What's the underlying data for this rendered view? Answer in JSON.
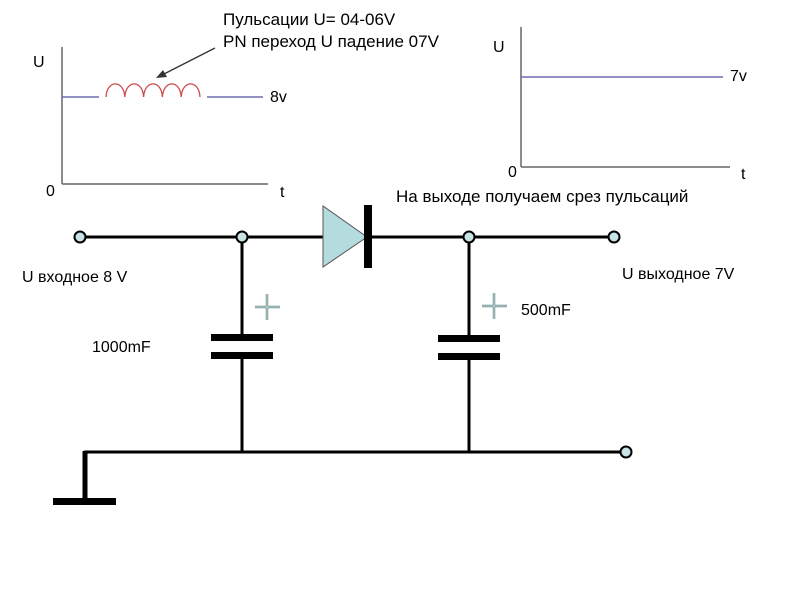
{
  "annotation": {
    "ripple_line": "Пульсации U= 04-06V",
    "pn_line": "PN переход U падение 07V",
    "output_note": "На выходе получаем срез пульсаций"
  },
  "input_graph": {
    "y_label": "U",
    "x_label": "t",
    "origin_label": "0",
    "level_label": "8v",
    "ripple_arcs": 5,
    "colors": {
      "level": "#6d6db0",
      "ripple": "#cc4a4a"
    }
  },
  "output_graph": {
    "y_label": "U",
    "x_label": "t",
    "origin_label": "0",
    "level_label": "7v",
    "colors": {
      "level": "#6d6db0"
    }
  },
  "circuit": {
    "input_label": "U входное 8 V",
    "output_label": "U выходное 7V",
    "capacitors": [
      {
        "label": "1000mF",
        "polarity": "+"
      },
      {
        "label": "500mF",
        "polarity": "+"
      }
    ],
    "diode_color": "#b4dcdf",
    "node_color": "#c7e3e6"
  }
}
